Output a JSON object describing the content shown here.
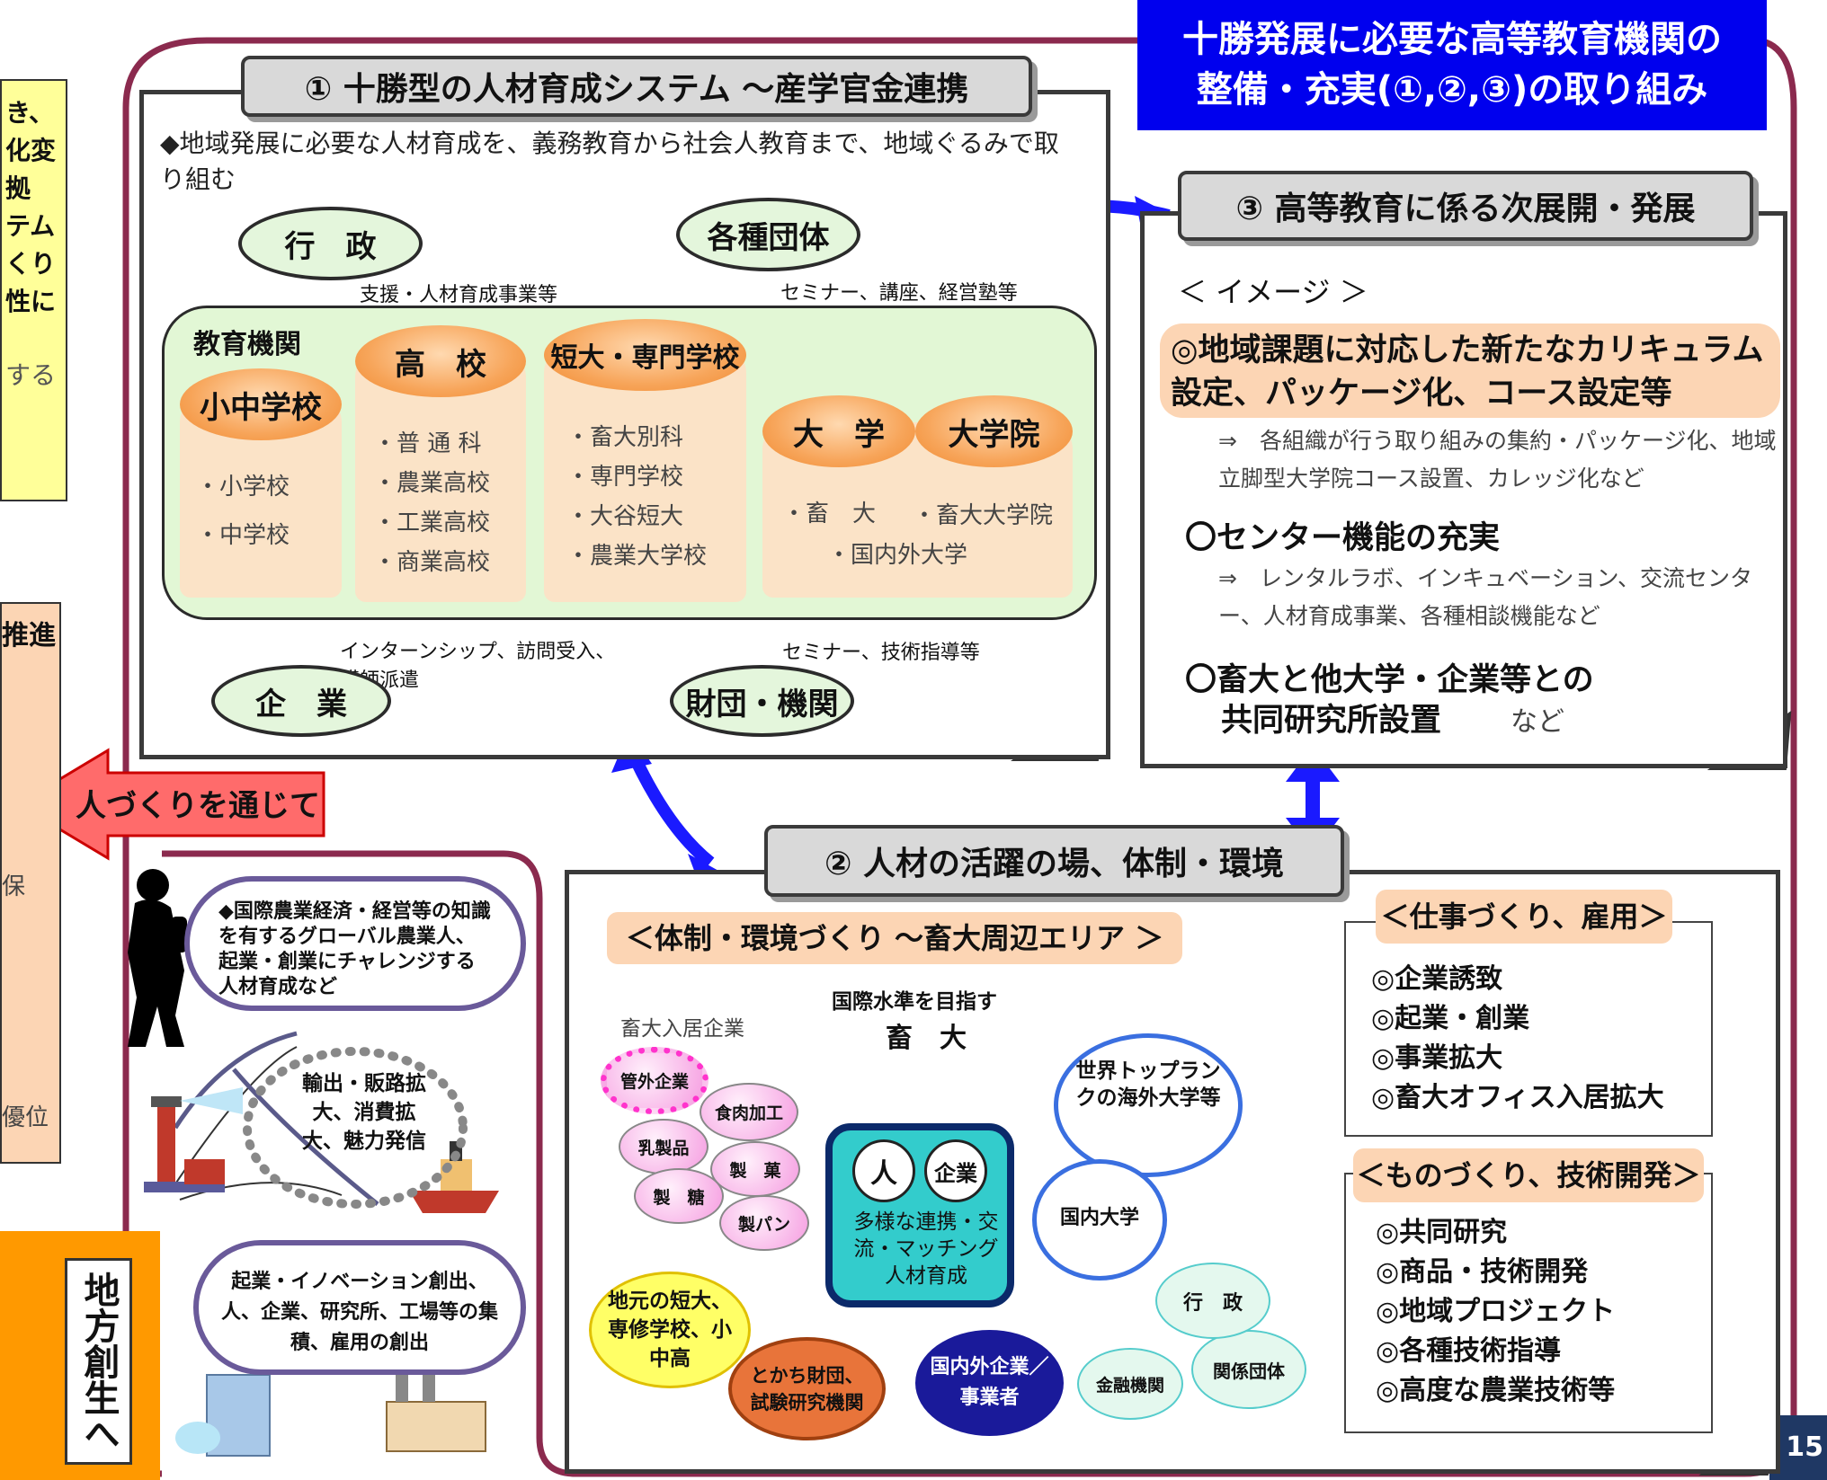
{
  "title_box": {
    "line1": "十勝発展に必要な高等教育機関の",
    "line2": "整備・充実(①,②,③)の取り組み"
  },
  "left_fragments": {
    "yellow": [
      "き、",
      "化変",
      "拠",
      "テム",
      "くり",
      "性に",
      "する"
    ],
    "orange_top": "推進",
    "orange_mid": "保",
    "orange_low": "優位"
  },
  "arrow_label": "人づくりを通じて",
  "chiho": "地方創生へ",
  "page_number": "15",
  "panel1": {
    "header": "① 十勝型の人材育成システム ～産学官金連携",
    "intro": "◆地域発展に必要な人材育成を、義務教育から社会人教育まで、地域ぐるみで取り組む",
    "gyosei": "行　政",
    "dantai": "各種団体",
    "kigyo": "企　業",
    "zaidan": "財団・機関",
    "label_shien": "支援・人材育成事業等",
    "label_seminar": "セミナー、講座、経営塾等",
    "label_intern": "インターンシップ、訪問受入、講師派遣",
    "label_gijutsu": "セミナー、技術指導等",
    "kyoiku_kikan": "教育機関",
    "shochu": {
      "title": "小中学校",
      "items": [
        "・小学校",
        "・中学校"
      ]
    },
    "koko": {
      "title": "高　校",
      "items": [
        "・普 通 科",
        "・農業高校",
        "・工業高校",
        "・商業高校"
      ]
    },
    "tandai": {
      "title": "短大・専門学校",
      "items": [
        "・畜大別科",
        "・専門学校",
        "・大谷短大",
        "・農業大学校"
      ]
    },
    "daigaku": {
      "title": "大　学",
      "items": [
        "・畜　大",
        "・国内外大学"
      ]
    },
    "daigakuin": {
      "title": "大学院",
      "items": [
        "・畜大大学院"
      ]
    }
  },
  "panel3": {
    "header": "③ 高等教育に係る次展開・発展",
    "image_label": "＜ イメージ ＞",
    "item1": "◎地域課題に対応した新たなカリキュラム設定、パッケージ化、コース設定等",
    "item1_sub": "⇒　各組織が行う取り組みの集約・パッケージ化、地域立脚型大学院コース設置、カレッジ化など",
    "item2": "〇センター機能の充実",
    "item2_sub": "⇒　レンタルラボ、インキュベーション、交流センター、人材育成事業、各種相談機能など",
    "item3_a": "〇畜大と他大学・企業等との",
    "item3_b": "共同研究所設置",
    "item3_c": "など"
  },
  "panel2": {
    "header": "② 人材の活躍の場、体制・環境",
    "env_label": "＜体制・環境づくり ～畜大周辺エリア ＞",
    "kokusai": "国際水準を目指す",
    "chikudai": "畜　大",
    "nyukyo": "畜大入居企業",
    "pink": [
      "管外企業",
      "食肉加工",
      "乳製品",
      "製　菓",
      "製　糖",
      "製パン"
    ],
    "world": "世界トップランクの海外大学等",
    "kokunai": "国内大学",
    "hito": "人",
    "kigyo": "企業",
    "center": "多様な連携・交流・マッチング人材育成",
    "jimoto": "地元の短大、専修学校、小中高",
    "tokachi": "とかち財団、試験研究機関",
    "naigai": "国内外企業／事業者",
    "kinyu": "金融機関",
    "kankei": "関係団体",
    "gyosei": "行　政",
    "shigoto": {
      "title": "＜仕事づくり、雇用＞",
      "items": [
        "◎企業誘致",
        "◎起業・創業",
        "◎事業拡大",
        "◎畜大オフィス入居拡大"
      ]
    },
    "monozukuri": {
      "title": "＜ものづくり、技術開発＞",
      "items": [
        "◎共同研究",
        "◎商品・技術開発",
        "◎地域プロジェクト",
        "◎各種技術指導",
        "◎高度な農業技術等"
      ]
    }
  },
  "left_bubbles": {
    "global": "◆国際農業経済・経営等の知識を有するグローバル農業人、起業・創業にチャレンジする人材育成など",
    "export": "輸出・販路拡大、消費拡大、魅力発信",
    "innovation": "起業・イノベーション創出、人、企業、研究所、工場等の集積、雇用の創出"
  }
}
